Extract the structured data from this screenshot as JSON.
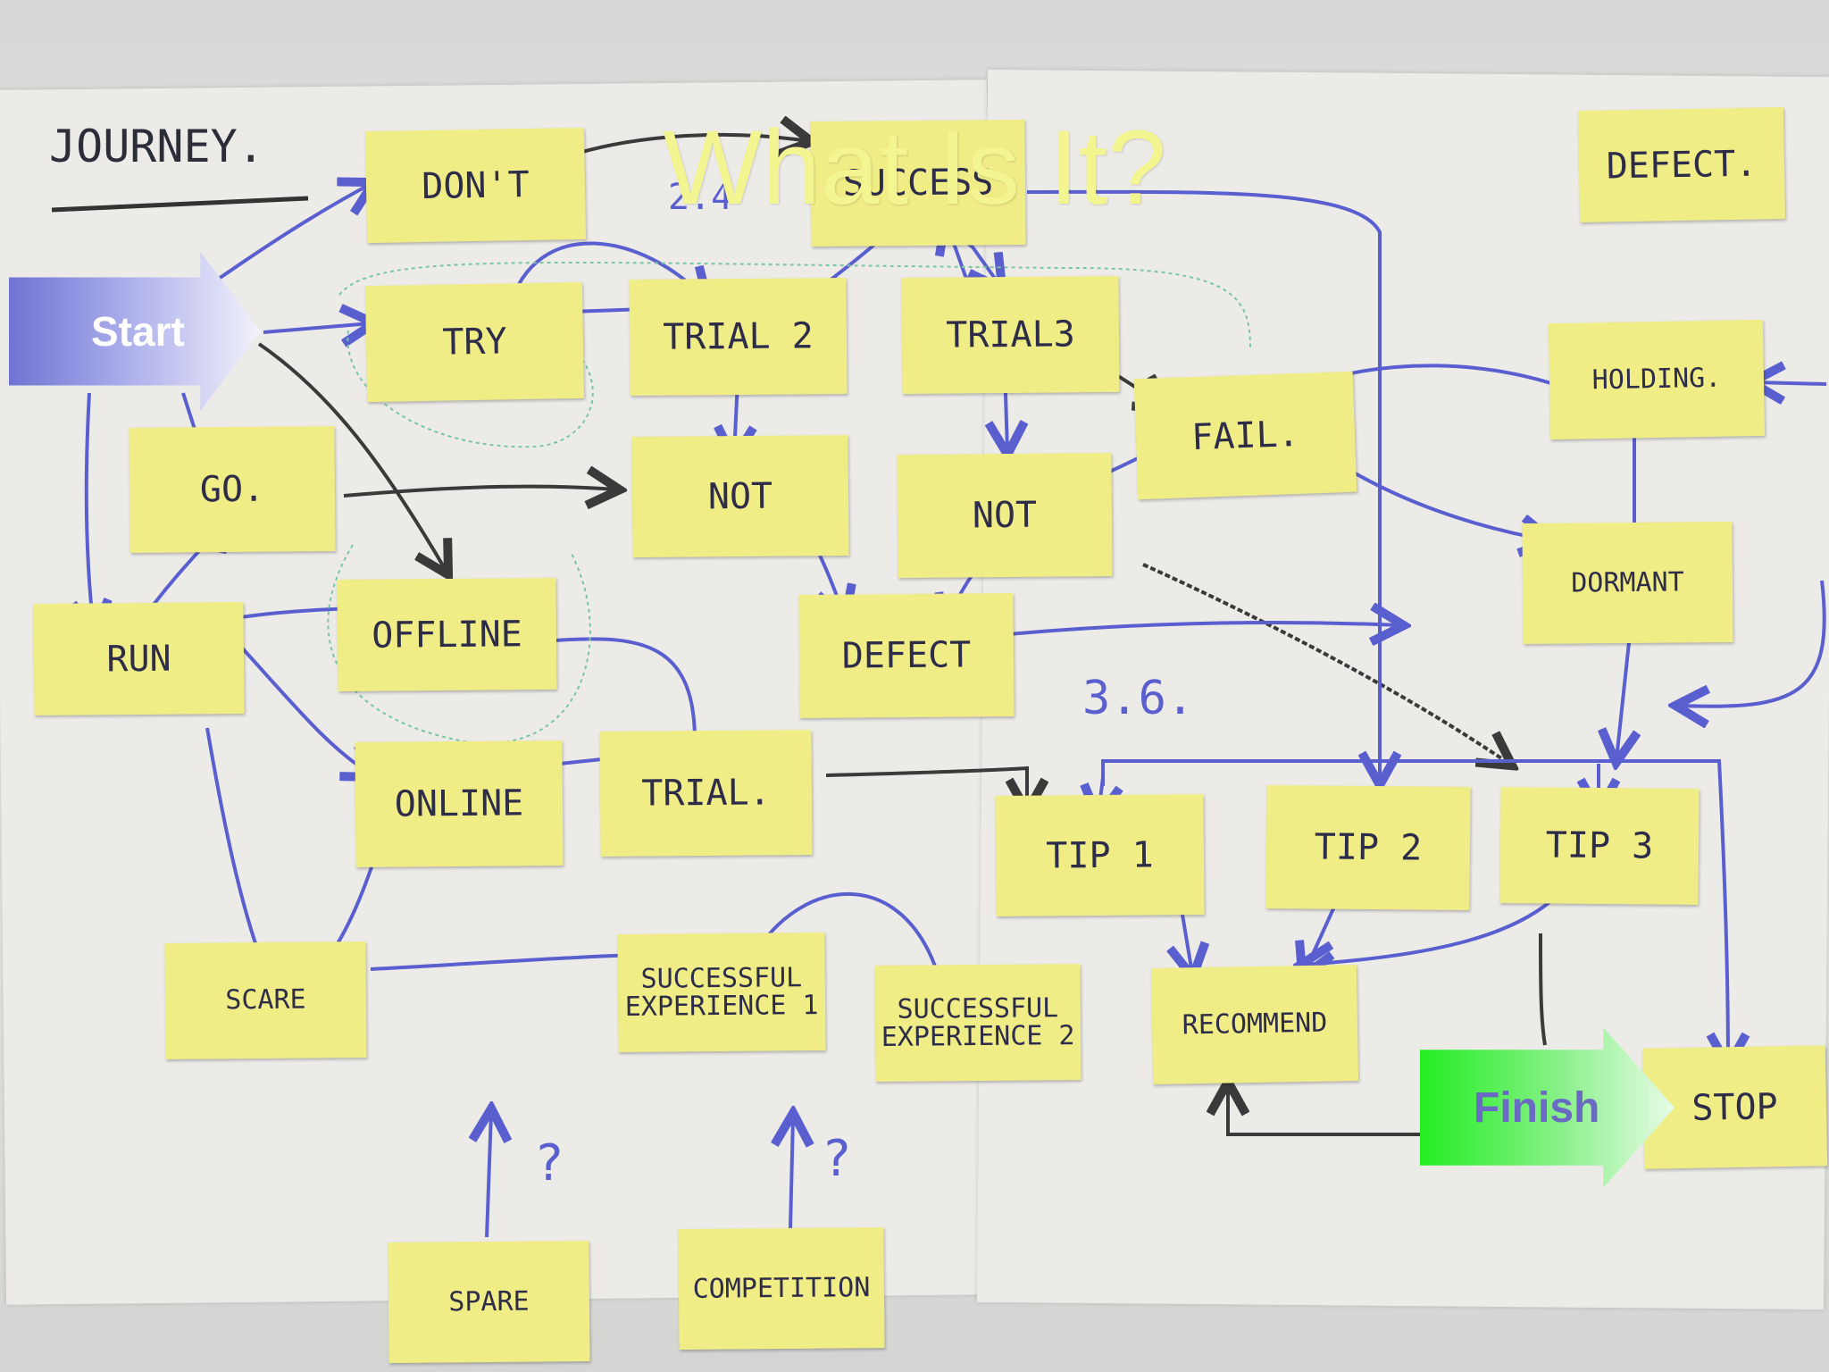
{
  "title": "What Is It?",
  "start_label": "Start",
  "finish_label": "Finish",
  "handwriting": {
    "journey": "JOURNEY.",
    "score_24": "2.4",
    "score_36": "3.6."
  },
  "notes": {
    "dont": "DON'T",
    "success": "SUCCESS",
    "defect_top": "DEFECT.",
    "try": "TRY",
    "trial2": "TRIAL 2",
    "trial3": "TRIAL3",
    "holding": "HOLDING.",
    "go": "GO.",
    "not1": "NOT",
    "not2": "NOT",
    "fail": "FAIL.",
    "dormant": "DORMANT",
    "run": "RUN",
    "offline": "OFFLINE",
    "defect_mid": "DEFECT",
    "online": "ONLINE",
    "trial": "TRIAL.",
    "tip1": "TIP 1",
    "tip2": "TIP 2",
    "tip3": "TIP 3",
    "scare": "SCARE",
    "experience1": "SUCCESSFUL EXPERIENCE 1",
    "experience2": "SUCCESSFUL EXPERIENCE 2",
    "recommend": "RECOMMEND",
    "stop": "STOP",
    "spare": "SPARE",
    "competition": "COMPETITION"
  },
  "colors": {
    "note": "#f0ec86",
    "blue_ink": "#5a5fd0",
    "black_ink": "#3a3a3a",
    "title": "#f3f590",
    "finish_green": "#22ee22",
    "start_blue": "#6f74d3"
  }
}
